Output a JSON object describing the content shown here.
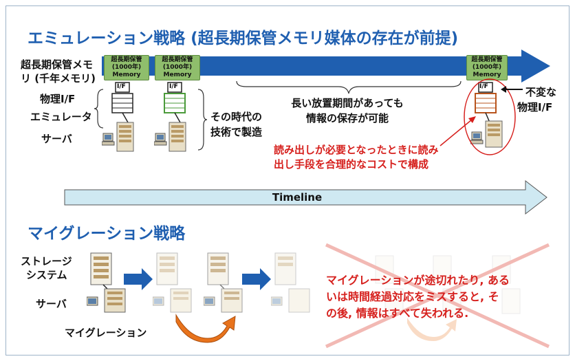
{
  "emulation": {
    "title": "エミュレーション戦略 (超長期保管メモリ媒体の存在が前提)",
    "row_memory_1": "超長期保管メモ",
    "row_memory_2": "リ (千年メモリ)",
    "row_if_1": "物理I/F",
    "row_if_2": "エミュレータ",
    "row_server": "サーバ",
    "memory_chip": {
      "line1": "超長期保管",
      "line2": "(1000年)",
      "line3": "Memory"
    },
    "if_label": "I/F",
    "if_label_short": "I/F",
    "era_note_1": "その時代の",
    "era_note_2": "技術で製造",
    "gap_note_1": "長い放置期間があっても",
    "gap_note_2": "情報の保存が可能",
    "fixed_if_1": "不変な",
    "fixed_if_2": "物理I/F",
    "read_note_1": "読み出しが必要となったときに読み",
    "read_note_2": "出し手段を合理的なコストで構成"
  },
  "timeline": {
    "label": "Timeline"
  },
  "migration": {
    "title": "マイグレーション戦略",
    "storage_1": "ストレージ",
    "storage_2": "システム",
    "server": "サーバ",
    "migration_label": "マイグレーション",
    "warning_1": "マイグレーションが途切れたり, ある",
    "warning_2": "いは時間経過対応をミスすると, そ",
    "warning_3": "の後, 情報はすべて失われる."
  },
  "colors": {
    "title_blue": "#1f5fb0",
    "arrow_blue": "#1f5fb0",
    "memory_green": "#8fbe6c",
    "timeline_fill": "#cfe9f2",
    "alert_red": "#d6201d",
    "orange": "#e8731c"
  }
}
